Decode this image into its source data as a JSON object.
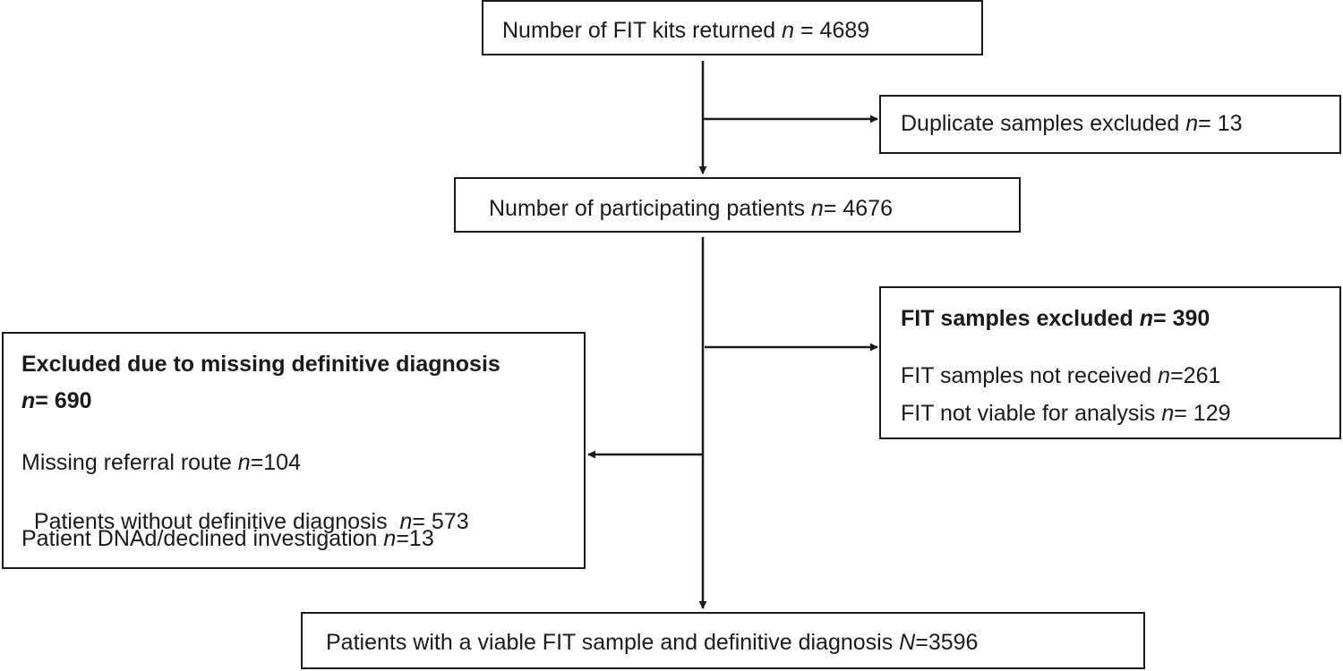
{
  "box1": {
    "label": "Number of FIT kits returned ",
    "n_sym": "n",
    "n_val": " = 4689"
  },
  "box2": {
    "label": "Duplicate samples excluded ",
    "n_sym": "n",
    "n_val": "= 13"
  },
  "box3": {
    "label": "Number of participating patients ",
    "n_sym": "n",
    "n_val": "= 4676"
  },
  "box4": {
    "title": "FIT samples excluded ",
    "title_sym": "n",
    "title_val": "= 390",
    "line1": "FIT samples not received ",
    "line1_sym": "n",
    "line1_val": "=261",
    "line2": "FIT not viable for analysis ",
    "line2_sym": "n",
    "line2_val": "= 129"
  },
  "box5": {
    "title": "Excluded due to missing definitive diagnosis",
    "title2_sym": "n",
    "title2_val": "= 690",
    "line1": "Missing referral route ",
    "line1_sym": "n",
    "line1_val": "=104",
    "line2": "Patients without definitive diagnosis  ",
    "line2_sym": "n",
    "line2_val": "= 573",
    "line3": "Patient DNAd/declined investigation ",
    "line3_sym": "n",
    "line3_val": "=13"
  },
  "box6": {
    "label": "Patients with a viable FIT sample and definitive diagnosis ",
    "n_sym": "N",
    "n_val": "=3596"
  }
}
